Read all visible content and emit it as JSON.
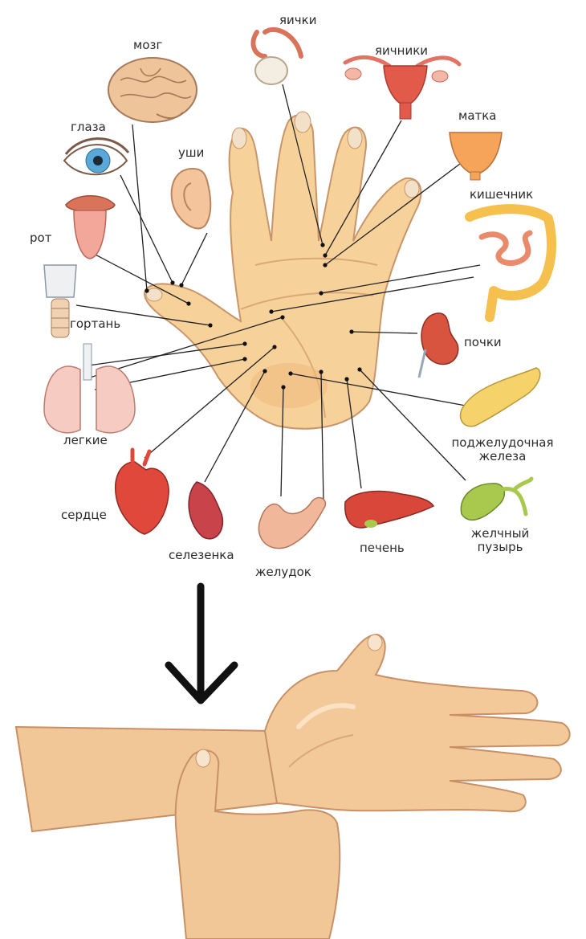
{
  "labels": {
    "yaichki": "яички",
    "mozg": "мозг",
    "yaichniki": "яичники",
    "matka": "матка",
    "glaza": "глаза",
    "ushi": "уши",
    "kishechnik": "кишечник",
    "rot": "рот",
    "gortan": "гортань",
    "pochki": "почки",
    "legkie": "легкие",
    "podzhelud_1": "поджелудочная",
    "podzhelud_2": "железа",
    "serdce": "сердце",
    "selezenka": "селезенка",
    "zheludok": "желудок",
    "pechen": "печень",
    "zhelchny_1": "желчный",
    "zhelchny_2": "пузырь"
  },
  "colors": {
    "skin": "#f7d19a",
    "skin_shadow": "#e9b57a",
    "skin_outline": "#c8956a",
    "organ_red": "#d9473a",
    "organ_pink": "#f1a8a0",
    "organ_yellow": "#f5d36a",
    "gall_green": "#a9c94e",
    "eye_blue": "#5aa8d8",
    "brain": "#eec59a",
    "arrow": "#111111",
    "leader_line": "#222222",
    "label_text": "#2b2b2b"
  }
}
